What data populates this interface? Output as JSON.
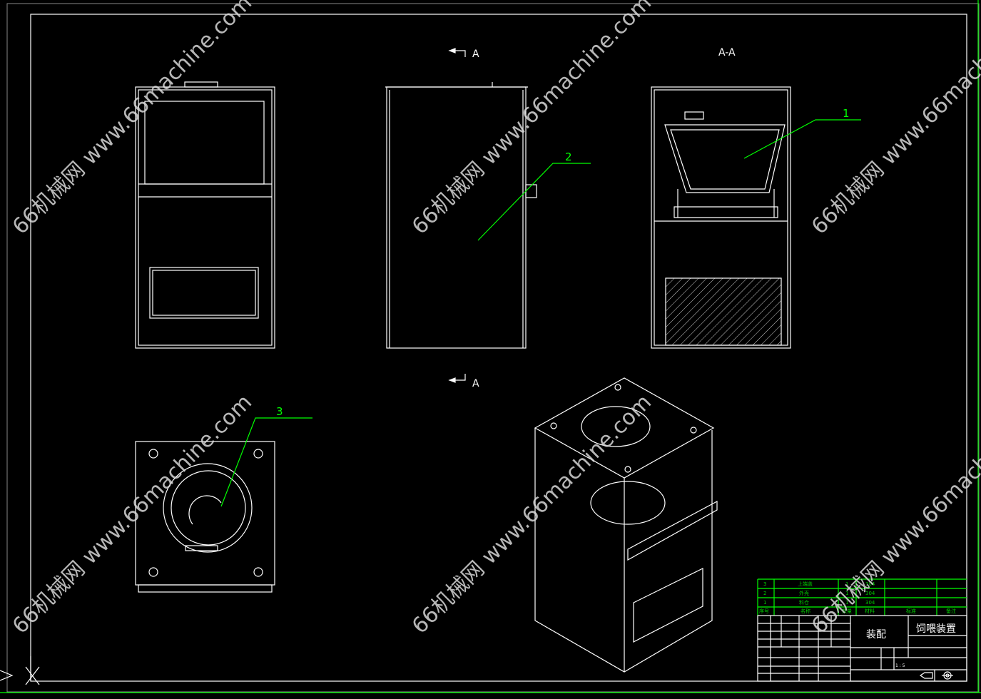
{
  "drawing": {
    "section_label": "A",
    "section_view_title": "A-A",
    "callouts": [
      "1",
      "2",
      "3"
    ],
    "watermark": "66机械网 www.66machine.com"
  },
  "parts_list": {
    "headers": [
      "序号",
      "名称",
      "数量",
      "材料",
      "标准",
      "备注"
    ],
    "rows": [
      {
        "no": "3",
        "name": "上端盖",
        "qty": "1",
        "material": "304"
      },
      {
        "no": "2",
        "name": "外壳",
        "qty": "1",
        "material": "304"
      },
      {
        "no": "1",
        "name": "料仓",
        "qty": "1",
        "material": "304"
      }
    ]
  },
  "title_block": {
    "drawing_type": "装配",
    "title": "饲喂装置",
    "scale": "1 : 5"
  },
  "colors": {
    "lines": "#ffffff",
    "leaders": "#00ff00",
    "background": "#000000"
  }
}
